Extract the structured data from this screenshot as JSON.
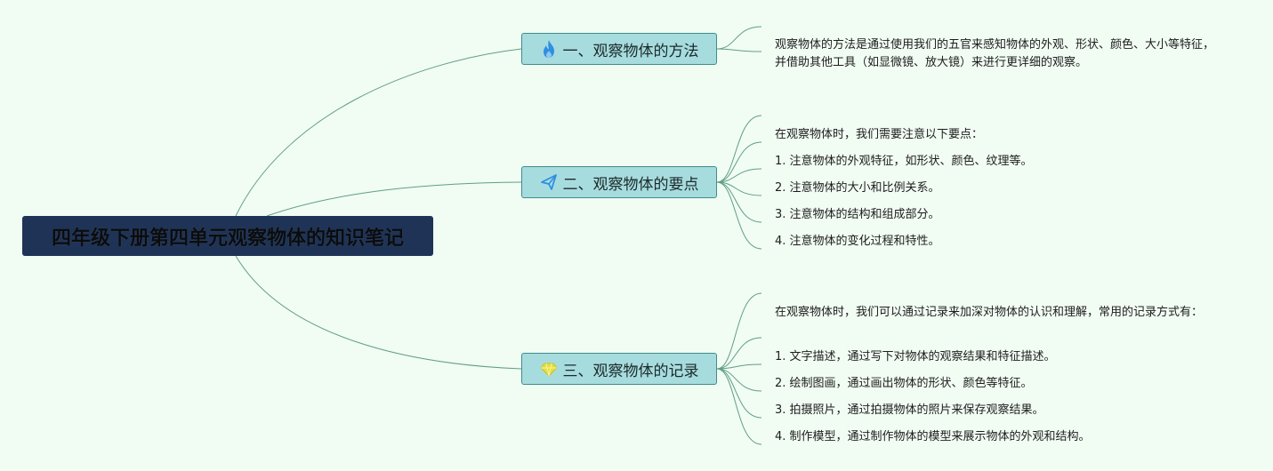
{
  "root": {
    "title": "四年级下册第四单元观察物体的知识笔记"
  },
  "branches": [
    {
      "label": "一、观察物体的方法",
      "icon": "fire-icon",
      "icon_color": "#2f8fe0",
      "leaves": [
        "观察物体的方法是通过使用我们的五官来感知物体的外观、形状、颜色、大小等特征，并借助其他工具（如显微镜、放大镜）来进行更详细的观察。"
      ]
    },
    {
      "label": "二、观察物体的要点",
      "icon": "paper-plane-icon",
      "icon_color": "#2f8fe0",
      "leaves": [
        "在观察物体时，我们需要注意以下要点：",
        "1. 注意物体的外观特征，如形状、颜色、纹理等。",
        "2. 注意物体的大小和比例关系。",
        "3. 注意物体的结构和组成部分。",
        "4. 注意物体的变化过程和特性。"
      ]
    },
    {
      "label": "三、观察物体的记录",
      "icon": "diamond-icon",
      "icon_color": "#e3df3a",
      "leaves": [
        "在观察物体时，我们可以通过记录来加深对物体的认识和理解，常用的记录方式有：",
        "1. 文字描述，通过写下对物体的观察结果和特征描述。",
        "2. 绘制图画，通过画出物体的形状、颜色等特征。",
        "3. 拍摄照片，通过拍摄物体的照片来保存观察结果。",
        "4. 制作模型，通过制作物体的模型来展示物体的外观和结构。"
      ]
    }
  ],
  "colors": {
    "background": "#f1fcf3",
    "root_fill": "#1e3356",
    "branch_fill": "#a7dcdf",
    "branch_border": "#3d8d89",
    "edge": "#5f9f86"
  }
}
